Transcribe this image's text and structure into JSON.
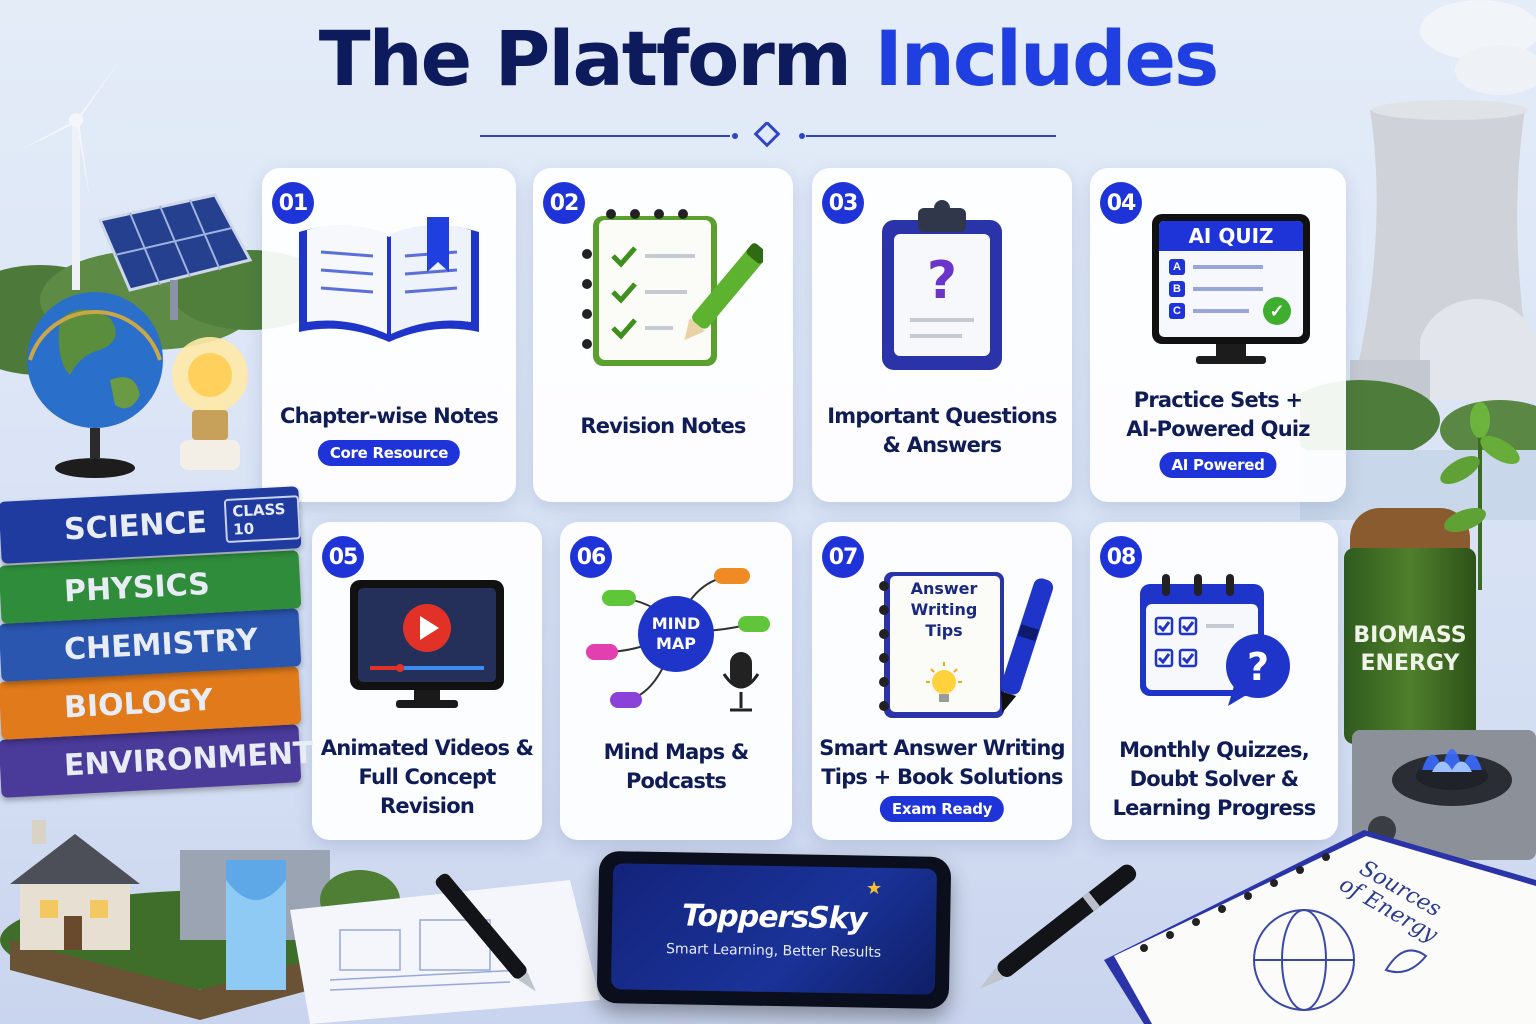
{
  "title": {
    "part1": "The Platform",
    "part2": "Includes"
  },
  "cards": [
    {
      "num": "01",
      "label": "Chapter-wise Notes",
      "badge": "Core Resource"
    },
    {
      "num": "02",
      "label": "Revision Notes"
    },
    {
      "num": "03",
      "label_line1": "Important Questions",
      "label_line2": "& Answers"
    },
    {
      "num": "04",
      "label_line1": "Practice Sets +",
      "label_line2": "AI-Powered Quiz",
      "badge": "AI Powered",
      "screen_title": "AI QUIZ",
      "options": [
        "A",
        "B",
        "C"
      ]
    },
    {
      "num": "05",
      "label_line1": "Animated Videos &",
      "label_line2": "Full Concept Revision"
    },
    {
      "num": "06",
      "label_line1": "Mind Maps &",
      "label_line2": "Podcasts",
      "map_line1": "MIND",
      "map_line2": "MAP"
    },
    {
      "num": "07",
      "label_line1": "Smart Answer Writing",
      "label_line2": "Tips + Book Solutions",
      "badge": "Exam Ready",
      "note_line1": "Answer",
      "note_line2": "Writing",
      "note_line3": "Tips"
    },
    {
      "num": "08",
      "label_line1": "Monthly Quizzes,",
      "label_line2": "Doubt Solver &",
      "label_line3": "Learning Progress"
    }
  ],
  "books": {
    "science": "SCIENCE",
    "class": "CLASS 10",
    "physics": "PHYSICS",
    "chemistry": "CHEMISTRY",
    "biology": "BIOLOGY",
    "environment": "ENVIRONMENT"
  },
  "biomass": {
    "line1": "BIOMASS",
    "line2": "ENERGY"
  },
  "tablet": {
    "brand": "ToppersSky",
    "tagline": "Smart Learning, Better Results"
  },
  "notebook": {
    "line1": "Sources",
    "line2": "of Energy"
  },
  "colors": {
    "accent": "#1f34d8",
    "title_dark": "#0d1a5c",
    "title_accent": "#1f3fe0"
  }
}
